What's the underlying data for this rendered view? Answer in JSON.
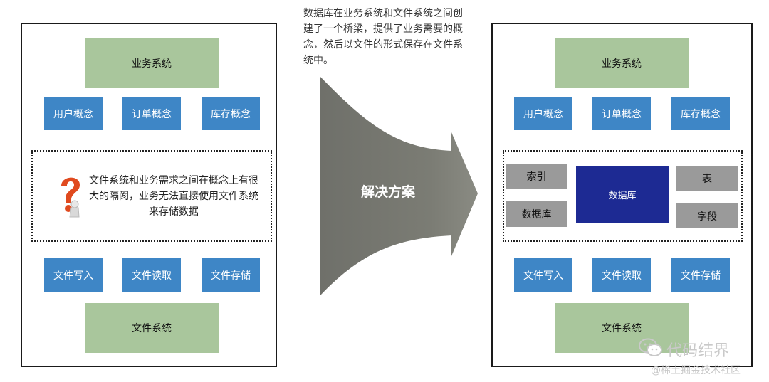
{
  "caption": "数据库在业务系统和文件系统之间创建了一个桥梁，提供了业务需要的概念，然后以文件的形式保存在文件系统中。",
  "arrow_label": "解决方案",
  "left": {
    "business_system": "业务系统",
    "concepts": [
      "用户概念",
      "订单概念",
      "库存概念"
    ],
    "problem_text": "文件系统和业务需求之间在概念上有很大的隔阂，业务无法直接使用文件系统来存储数据",
    "file_ops": [
      "文件写入",
      "文件读取",
      "文件存储"
    ],
    "file_system": "文件系统"
  },
  "right": {
    "business_system": "业务系统",
    "concepts": [
      "用户概念",
      "订单概念",
      "库存概念"
    ],
    "db_parts": {
      "index": "索引",
      "database_left": "数据库",
      "database_center": "数据库",
      "table": "表",
      "field": "字段"
    },
    "file_ops": [
      "文件写入",
      "文件读取",
      "文件存储"
    ],
    "file_system": "文件系统"
  },
  "watermark": {
    "brand": "代码结界",
    "community": "@稀土掘金技术社区"
  },
  "colors": {
    "green": "#a9c69c",
    "blue": "#3e86c6",
    "gray": "#9a9a9a",
    "navy": "#1d2a93",
    "arrow": "#767870"
  },
  "icons": {
    "question_mark": "question-mark-figure-icon",
    "wechat": "wechat-icon"
  }
}
